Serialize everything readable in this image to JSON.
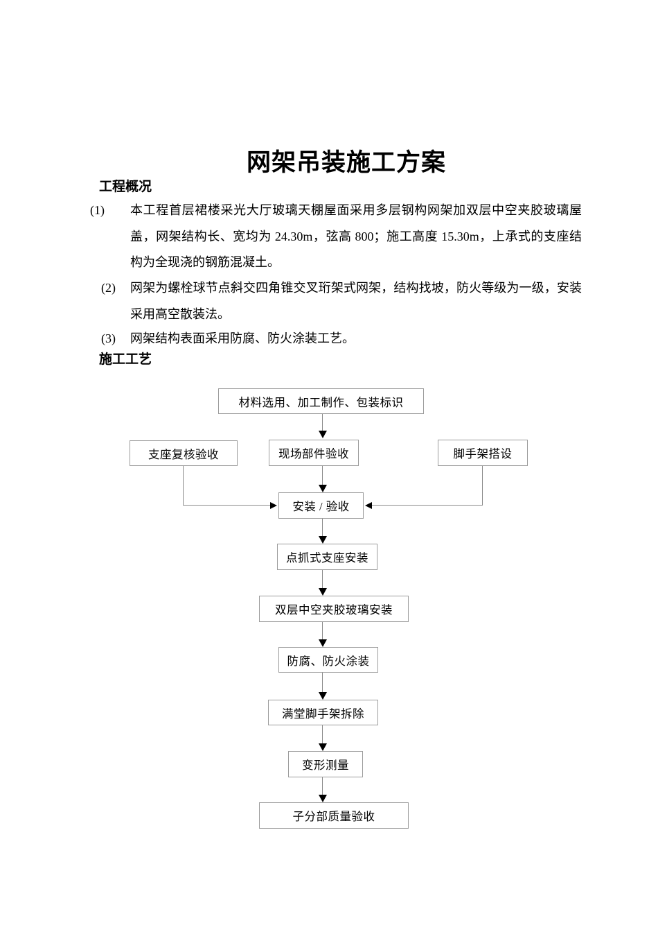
{
  "page": {
    "background_color": "#ffffff",
    "text_color": "#000000",
    "flow_box_border_color": "#9b9b9b",
    "flow_connector_color": "#8a8a8a",
    "flow_arrow_color": "#000000"
  },
  "document": {
    "title": "网架吊装施工方案",
    "overview": {
      "heading": "工程概况",
      "items": [
        {
          "num": "(1)",
          "text": "本工程首层裙楼采光大厅玻璃天棚屋面采用多层钢构网架加双层中空夹胶玻璃屋盖，网架结构长、宽均为 24.30m，弦高 800；施工高度 15.30m，上承式的支座结构为全现浇的钢筋混凝土。"
        },
        {
          "num": "(2)",
          "text": "网架为螺栓球节点斜交四角锥交叉珩架式网架，结构找坡，防火等级为一级，安装采用高空散装法。"
        },
        {
          "num": "(3)",
          "text": "网架结构表面采用防腐、防火涂装工艺。"
        }
      ]
    },
    "process": {
      "heading": "施工工艺",
      "flowchart": {
        "nodes": [
          {
            "id": "materials",
            "label": "材料选用、加工制作、包装标识"
          },
          {
            "id": "support_review",
            "label": "支座复核验收"
          },
          {
            "id": "site_parts",
            "label": "现场部件验收"
          },
          {
            "id": "scaffold_setup",
            "label": "脚手架搭设"
          },
          {
            "id": "install_accept",
            "label": "安装 / 验收"
          },
          {
            "id": "point_support",
            "label": "点抓式支座安装"
          },
          {
            "id": "glass_install",
            "label": "双层中空夹胶玻璃安装"
          },
          {
            "id": "coating",
            "label": "防腐、防火涂装"
          },
          {
            "id": "scaffold_removal",
            "label": "满堂脚手架拆除"
          },
          {
            "id": "deformation",
            "label": "变形测量"
          },
          {
            "id": "sub_accept",
            "label": "子分部质量验收"
          }
        ],
        "edges": [
          [
            "materials",
            "site_parts"
          ],
          [
            "support_review",
            "install_accept"
          ],
          [
            "site_parts",
            "install_accept"
          ],
          [
            "scaffold_setup",
            "install_accept"
          ],
          [
            "install_accept",
            "point_support"
          ],
          [
            "point_support",
            "glass_install"
          ],
          [
            "glass_install",
            "coating"
          ],
          [
            "coating",
            "scaffold_removal"
          ],
          [
            "scaffold_removal",
            "deformation"
          ],
          [
            "deformation",
            "sub_accept"
          ]
        ]
      }
    }
  }
}
